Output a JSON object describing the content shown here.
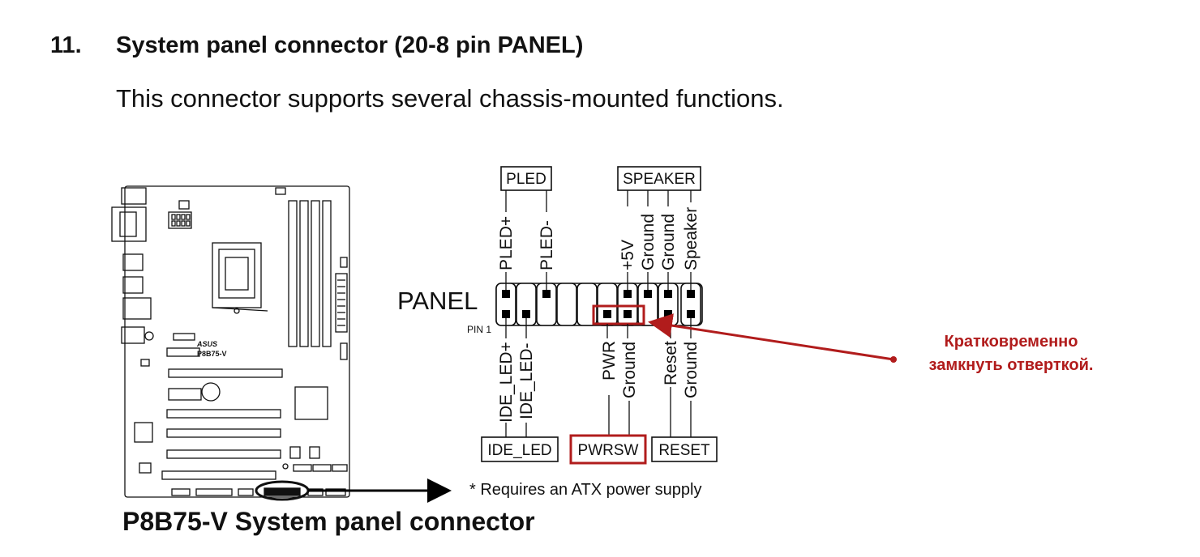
{
  "section": {
    "number": "11.",
    "title": "System panel connector (20-8 pin PANEL)",
    "description": "This connector supports several chassis-mounted functions."
  },
  "motherboard": {
    "brand": "ASUS",
    "model": "P8B75-V"
  },
  "connector": {
    "name": "PANEL",
    "pin1_label": "PIN 1",
    "top_groups": {
      "pled": "PLED",
      "speaker": "SPEAKER"
    },
    "top_pins": {
      "pled_plus": "PLED+",
      "pled_minus": "PLED-",
      "plus5v": "+5V",
      "ground1": "Ground",
      "ground2": "Ground",
      "speaker": "Speaker"
    },
    "bottom_pins": {
      "ide_led_plus": "IDE_LED+",
      "ide_led_minus": "IDE_LED-",
      "pwr": "PWR",
      "pwr_ground": "Ground",
      "reset": "Reset",
      "reset_ground": "Ground"
    },
    "bottom_groups": {
      "ide_led": "IDE_LED",
      "pwrsw": "PWRSW",
      "reset": "RESET"
    },
    "note": "* Requires an ATX power supply"
  },
  "annotation": {
    "line1": "Кратковременно",
    "line2": "замкнуть отверткой.",
    "color": "#b11c1c"
  },
  "caption": "P8B75-V System panel connector"
}
